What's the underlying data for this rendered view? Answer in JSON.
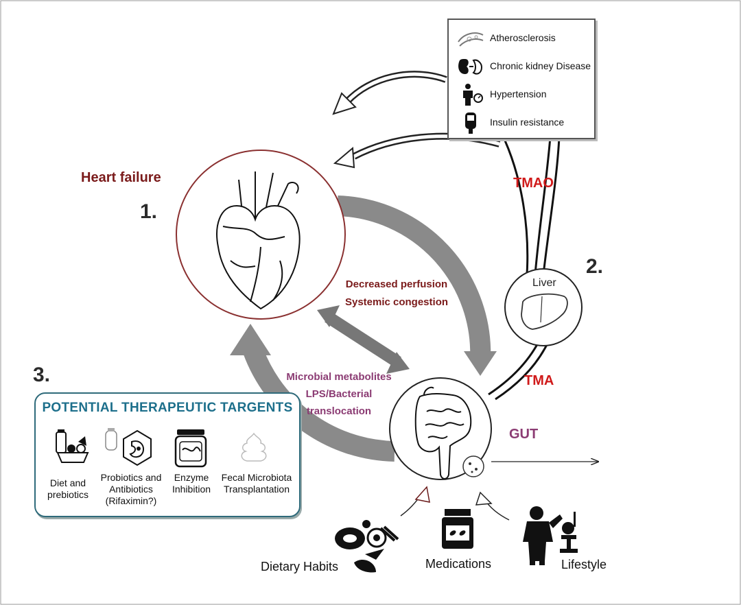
{
  "stages": {
    "one": "1.",
    "two": "2.",
    "three": "3."
  },
  "heart": {
    "label": "Heart failure"
  },
  "center_text": {
    "perfusion": "Decreased perfusion",
    "congestion": "Systemic congestion"
  },
  "microbial": {
    "line1": "Microbial metabolites",
    "line2": "LPS/Bacterial",
    "line3": "translocation"
  },
  "liver": {
    "label": "Liver"
  },
  "metabolites": {
    "tmao": "TMAO",
    "tma": "TMA"
  },
  "gut": {
    "label": "GUT"
  },
  "legend": {
    "items": [
      {
        "label": "Atherosclerosis",
        "icon": "artery-plaque-icon"
      },
      {
        "label": "Chronic kidney Disease",
        "icon": "kidney-icon"
      },
      {
        "label": "Hypertension",
        "icon": "person-blood-pressure-icon"
      },
      {
        "label": "Insulin resistance",
        "icon": "glucometer-icon"
      }
    ]
  },
  "therapy": {
    "title": "POTENTIAL THERAPEUTIC TARGENTS",
    "items": [
      {
        "lines": [
          "Diet and",
          "prebiotics"
        ],
        "icon": "food-basket-icon"
      },
      {
        "lines": [
          "Probiotics and",
          "Antibiotics",
          "(Rifaximin?)"
        ],
        "icon": "stomach-bacteria-icon"
      },
      {
        "lines": [
          "Enzyme",
          "Inhibition"
        ],
        "icon": "jar-icon"
      },
      {
        "lines": [
          "Fecal Microbiota",
          "Transplantation"
        ],
        "icon": "stool-icon"
      }
    ]
  },
  "factors": {
    "dietary": "Dietary Habits",
    "medications": "Medications",
    "lifestyle": "Lifestyle"
  },
  "colors": {
    "heart_label": "#7a1a1a",
    "center_text": "#7a1a1a",
    "metabolite_red": "#d01a1a",
    "purple": "#8b3b73",
    "therapy_title": "#1d6f8b",
    "arrow_gray": "#8a8a8a"
  }
}
